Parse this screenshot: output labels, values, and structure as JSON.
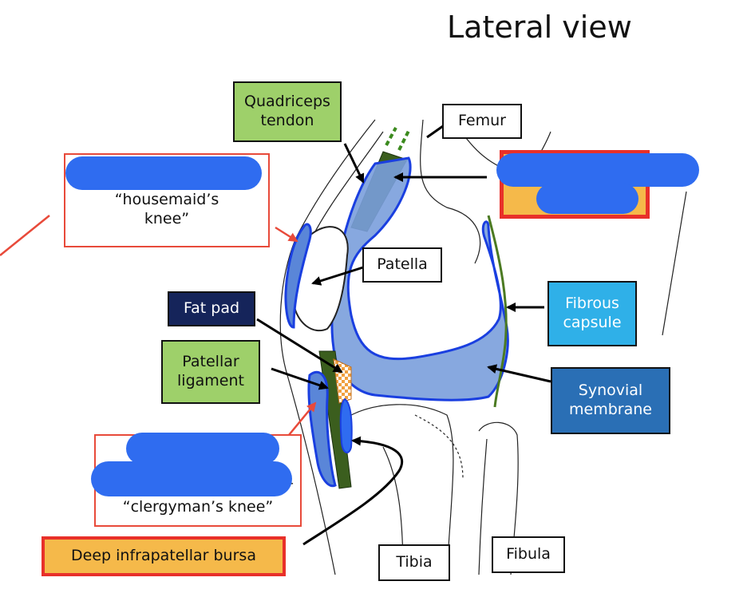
{
  "title": "Lateral view",
  "labels": {
    "quadriceps_tendon": [
      "Quadriceps",
      "tendon"
    ],
    "femur": "Femur",
    "patella": "Patella",
    "fat_pad": "Fat pad",
    "patellar_ligament": [
      "Patellar",
      "ligament"
    ],
    "fibrous_capsule": [
      "Fibrous",
      "capsule"
    ],
    "synovial_membrane": [
      "Synovial",
      "membrane"
    ],
    "deep_infrapatellar_bursa": "Deep infrapatellar bursa",
    "tibia": "Tibia",
    "fibula": "Fibula",
    "prepatellar_bursa_partial": [
      "“housemaid’s",
      "knee”"
    ],
    "infrapatellar_bursa_partial_dash": "–",
    "infrapatellar_bursa_partial": "“clergyman’s knee”"
  },
  "colors": {
    "synovial_blue": "#7a9edc",
    "synovial_outline": "#1a3fe0",
    "tendon_green": "#3b5e1e",
    "label_green": "#9ed06a",
    "redaction_blue": "#2f6cf0",
    "bursa_orange": "#f5b94a",
    "red_border": "#e84a3a"
  }
}
